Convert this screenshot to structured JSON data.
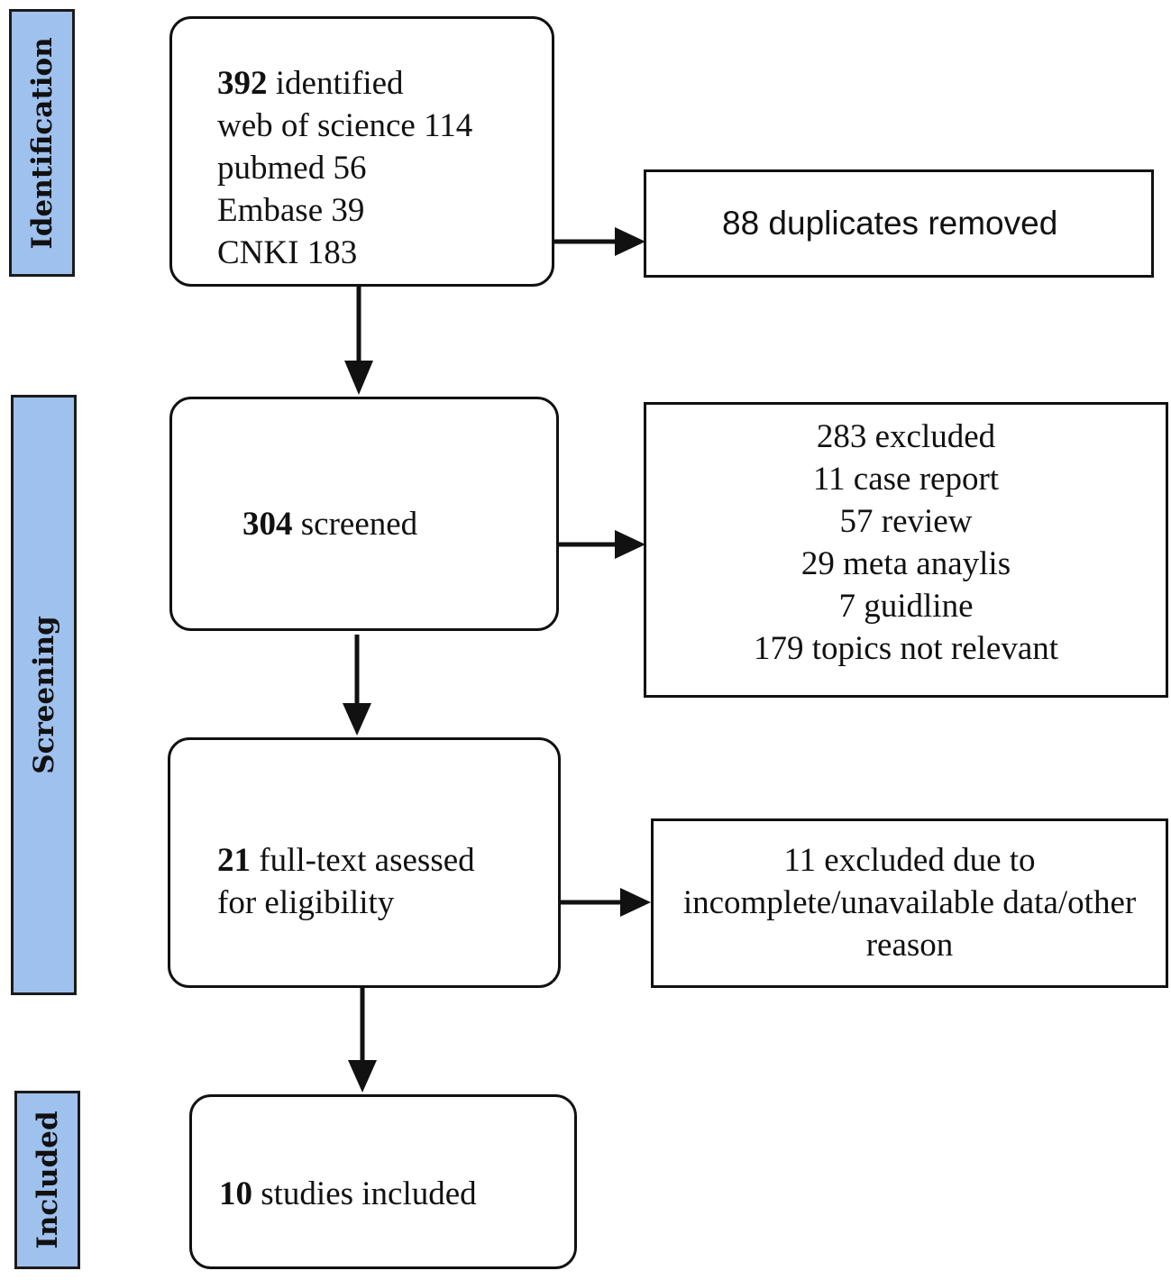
{
  "phases": {
    "identification": "Identification",
    "screening": "Screening",
    "included": "Included"
  },
  "identified": {
    "count": "392",
    "label": " identified",
    "sources": [
      "web of science 114",
      "pubmed 56",
      "Embase 39",
      "CNKI 183"
    ]
  },
  "duplicates": {
    "text": "88 duplicates removed"
  },
  "screened": {
    "count": "304",
    "label": " screened"
  },
  "excluded_screening": {
    "lines": [
      "283 excluded",
      "11 case report",
      "57 review",
      "29 meta anaylis",
      "7 guidline",
      "179 topics not relevant"
    ]
  },
  "fulltext": {
    "count": "21",
    "label": " full-text asessed",
    "line2": "for eligibility"
  },
  "excluded_fulltext": {
    "lines": [
      "11 excluded due to",
      "incomplete/unavailable data/other",
      "reason"
    ]
  },
  "included": {
    "count": "10",
    "label": " studies included"
  }
}
